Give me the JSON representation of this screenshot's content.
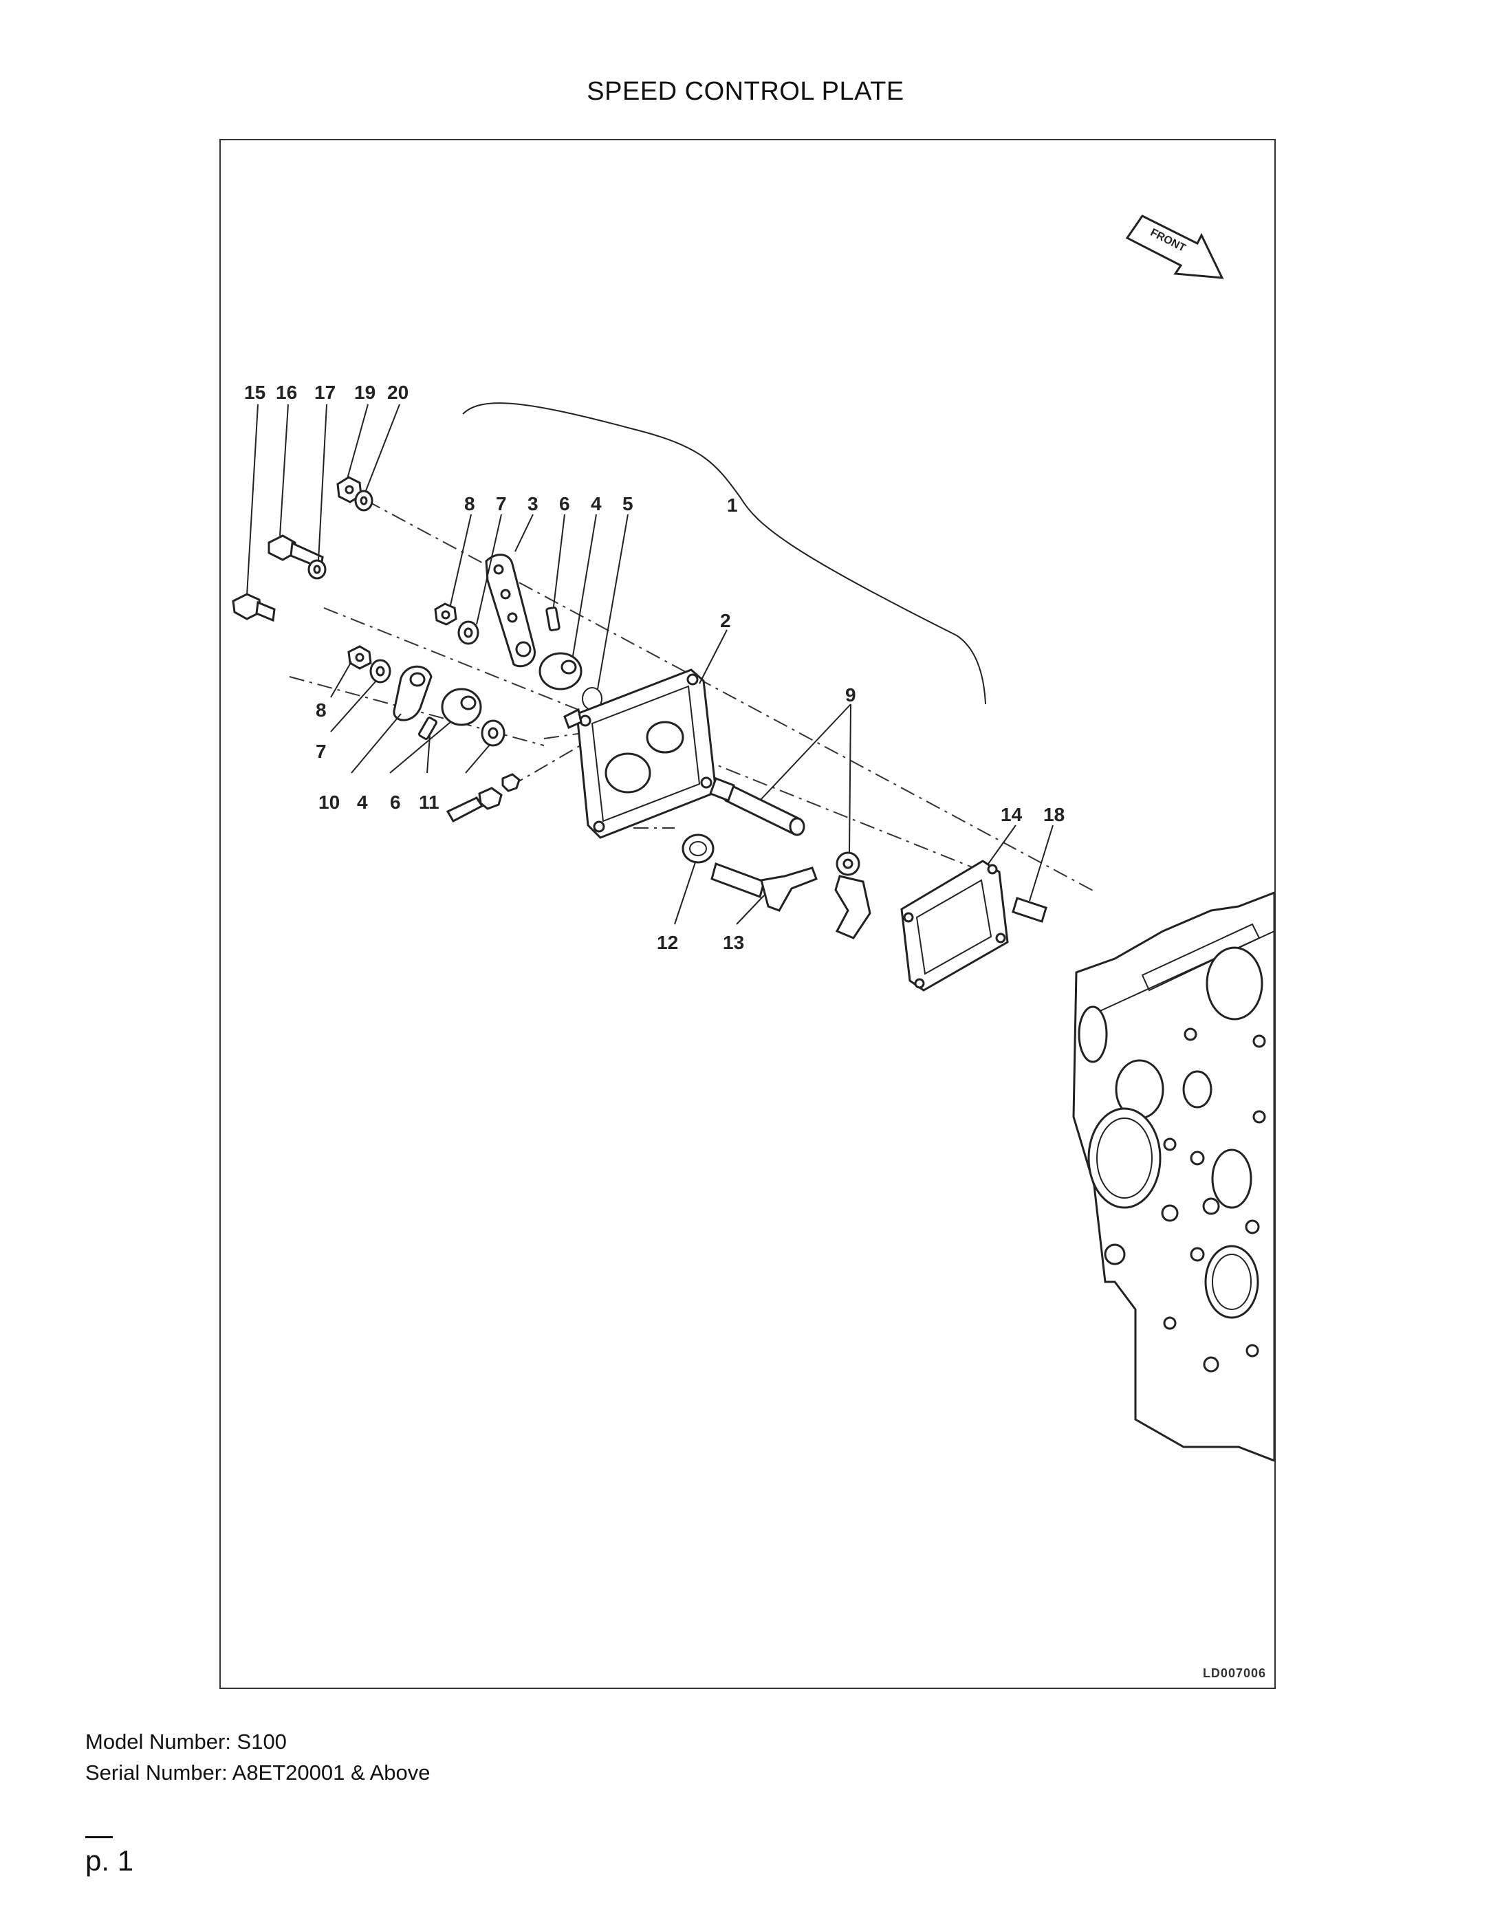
{
  "page_title": "SPEED CONTROL PLATE",
  "diagram": {
    "id_label": "LD007006",
    "front_label": "FRONT",
    "callouts": {
      "c15": "15",
      "c16": "16",
      "c17": "17",
      "c19": "19",
      "c20": "20",
      "c1": "1",
      "c8a": "8",
      "c7a": "7",
      "c3": "3",
      "c6a": "6",
      "c4a": "4",
      "c5": "5",
      "c2": "2",
      "c9": "9",
      "c8b": "8",
      "c7b": "7",
      "c10": "10",
      "c4b": "4",
      "c6b": "6",
      "c11": "11",
      "c14": "14",
      "c18": "18",
      "c12": "12",
      "c13": "13"
    }
  },
  "footer": {
    "model": "Model Number: S100",
    "serial": "Serial Number: A8ET20001 & Above",
    "page": "p. 1"
  }
}
